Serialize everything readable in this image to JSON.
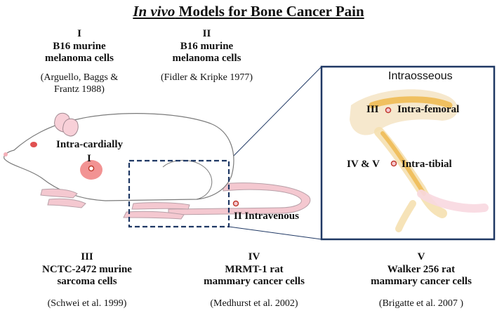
{
  "title": {
    "italic": "In vivo",
    "rest": " Models for Bone Cancer Pain"
  },
  "top_models": [
    {
      "num": "I",
      "line1": "B16 murine",
      "line2": "melanoma cells",
      "ref1": "(Arguello, Baggs &",
      "ref2": "Frantz 1988)"
    },
    {
      "num": "II",
      "line1": "B16 murine",
      "line2": "melanoma cells",
      "ref1": "(Fidler & Kripke 1977)",
      "ref2": ""
    }
  ],
  "bottom_models": [
    {
      "num": "III",
      "line1": "NCTC-2472 murine",
      "line2": "sarcoma cells",
      "ref": "(Schwei et al. 1999)"
    },
    {
      "num": "IV",
      "line1": "MRMT-1 rat",
      "line2": "mammary cancer cells",
      "ref": "(Medhurst et al. 2002)"
    },
    {
      "num": "V",
      "line1": "Walker 256 rat",
      "line2": "mammary cancer cells",
      "ref": "(Brigatte et al. 2007 )"
    }
  ],
  "rat_labels": {
    "intracardial": "Intra-cardially",
    "intracardial_num": "I",
    "intravenous": "II  Intravenous"
  },
  "inset": {
    "title": "Intraosseous",
    "femoral_num": "III",
    "femoral": "Intra-femoral",
    "tibial_num": "IV & V",
    "tibial": "Intra-tibial"
  },
  "colors": {
    "frame": "#1f3864",
    "marker": "#c0392b",
    "bone": "#f0c060",
    "tail": "#f4c8d0"
  }
}
